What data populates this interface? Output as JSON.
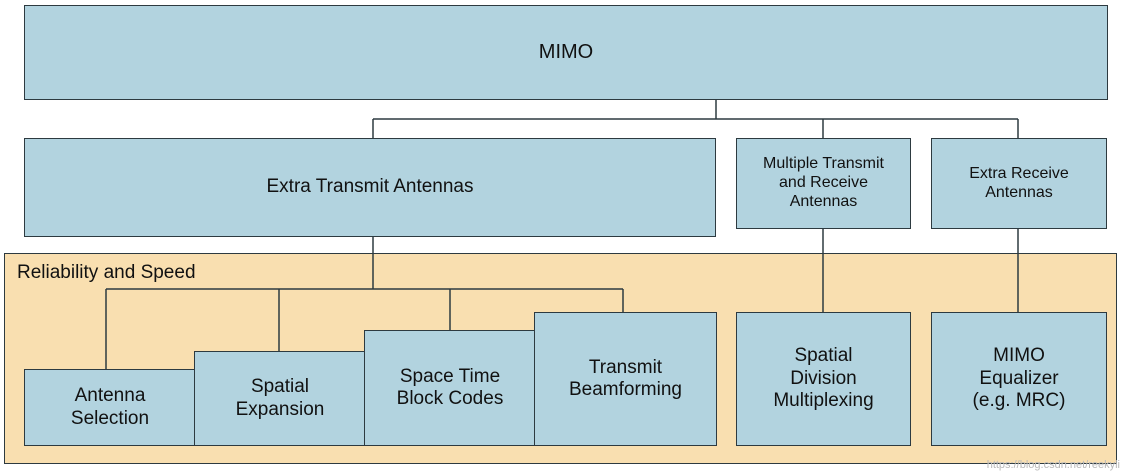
{
  "root": {
    "label": "MIMO"
  },
  "branches": {
    "extra_transmit": "Extra Transmit Antennas",
    "multiple_tx_rx": "Multiple Transmit\nand Receive\nAntennas",
    "extra_receive": "Extra Receive\nAntennas"
  },
  "region": {
    "label": "Reliability and Speed"
  },
  "leaves": {
    "antenna_selection": "Antenna\nSelection",
    "spatial_expansion": "Spatial\nExpansion",
    "stbc": "Space Time\nBlock Codes",
    "beamforming": "Transmit\nBeamforming",
    "sdm": "Spatial\nDivision\nMultiplexing",
    "equalizer": "MIMO\nEqualizer\n(e.g. MRC)"
  },
  "watermark": "https://blog.csdn.net/reekyli",
  "colors": {
    "box_fill": "#b2d3df",
    "region_fill": "#f9dfb0",
    "line": "#2d3a40"
  }
}
